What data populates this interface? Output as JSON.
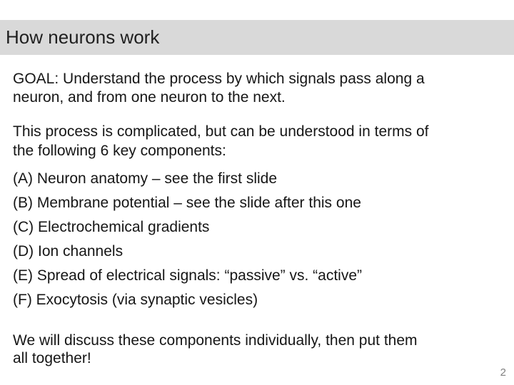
{
  "slide": {
    "title": "How neurons work",
    "page_number": "2",
    "colors": {
      "background": "#ffffff",
      "title_bar_bg": "#d9d9d9",
      "title_text": "#1f1f1f",
      "body_text": "#161616",
      "page_number_text": "#808080"
    },
    "body": {
      "goal": {
        "line1": "GOAL: Understand the process by which signals pass along a",
        "line2": "neuron, and from one neuron to the next."
      },
      "intro": {
        "line1": "This process is complicated, but can be understood in terms of",
        "line2": "the following 6 key components:"
      },
      "components": [
        "(A) Neuron anatomy – see the first slide",
        "(B) Membrane potential – see the slide after this one",
        "(C) Electrochemical gradients",
        "(D) Ion channels",
        "(E) Spread of electrical signals: “passive” vs. “active”",
        "(F) Exocytosis (via synaptic vesicles)"
      ],
      "closing": {
        "line1": "We will discuss these components individually, then put them",
        "line2": "all together!"
      }
    }
  }
}
